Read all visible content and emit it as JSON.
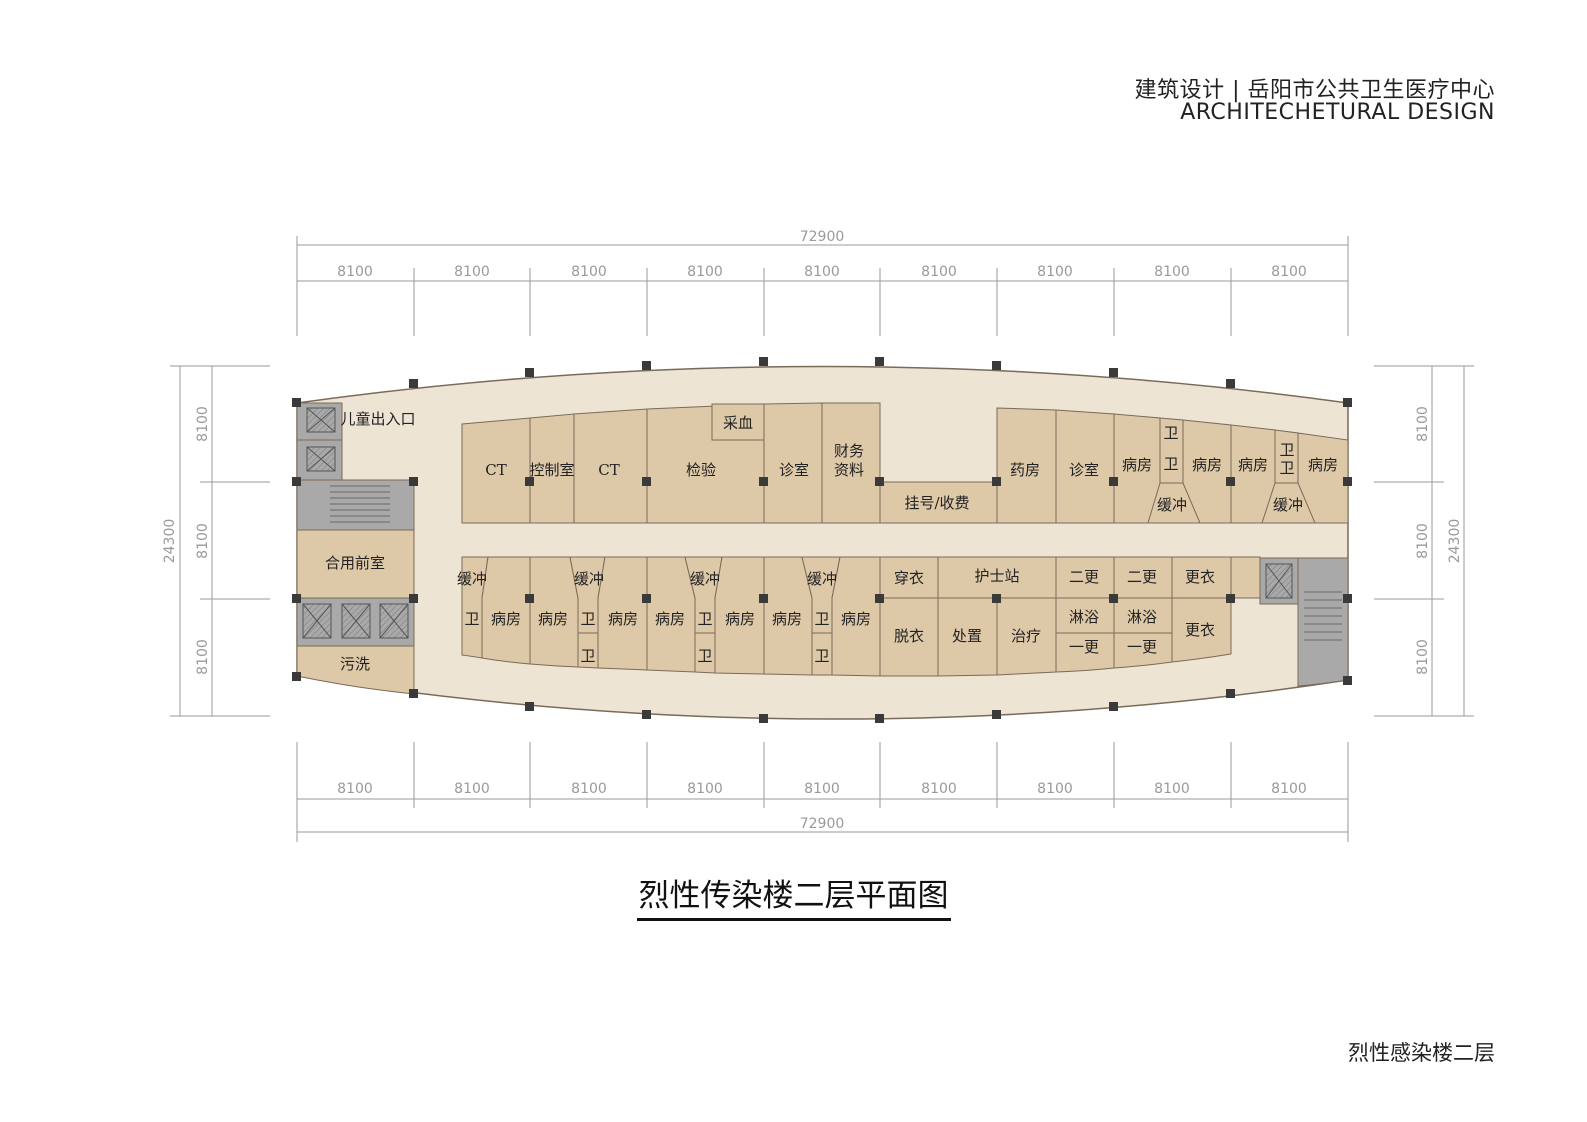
{
  "header": {
    "title_cn": "建筑设计 | 岳阳市公共卫生医疗中心",
    "title_en": "ARCHITECHETURAL DESIGN"
  },
  "drawing_title": "烈性传染楼二层平面图",
  "footer_label": "烈性感染楼二层",
  "dimensions": {
    "total_horizontal": "72900",
    "bay": "8100",
    "total_vertical": "24300"
  },
  "rooms": {
    "ct_1": "CT",
    "control_room": "控制室",
    "ct_2": "CT",
    "blood_draw": "采血",
    "lab": "检验",
    "consult_1": "诊室",
    "finance": "财务",
    "records": "资料",
    "register": "挂号/收费",
    "pharmacy": "药房",
    "consult_2": "诊室",
    "ward": "病房",
    "toilet": "卫",
    "buffer": "缓冲",
    "children_entry": "儿童出入口",
    "shared_lobby": "合用前室",
    "dirty_wash": "污洗",
    "dress_on": "穿衣",
    "dress_off": "脱衣",
    "nurse_station": "护士站",
    "treatment_room": "处置",
    "therapy": "治疗",
    "change_2": "二更",
    "shower": "淋浴",
    "change_1": "一更",
    "locker": "更衣"
  },
  "colors": {
    "corridor": "#ede4d4",
    "room": "#ddc8a8",
    "core": "#a9a9a9",
    "wall": "#7a6a58",
    "column": "#3a3a3a",
    "dimension_line": "#9a9a9a"
  }
}
